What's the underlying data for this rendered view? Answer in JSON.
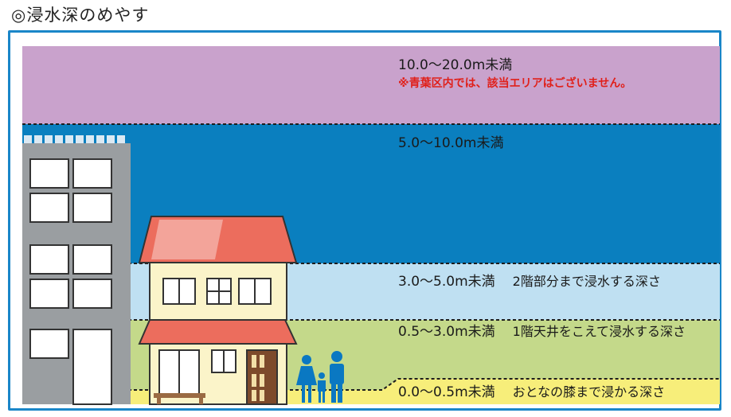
{
  "page_title": "◎浸水深のめやす",
  "levels": [
    {
      "range": "10.0～20.0m未満",
      "note": "※青葉区内では、該当エリアはございません。",
      "color": "#c9a2cc"
    },
    {
      "range": "5.0～10.0m未満",
      "color": "#0a7fbf"
    },
    {
      "range": "3.0～5.0m未満",
      "desc": "2階部分まで浸水する深さ",
      "color": "#bfe0f2"
    },
    {
      "range": "0.5～3.0m未満",
      "desc": "1階天井をこえて浸水する深さ",
      "color": "#c4d98a"
    },
    {
      "range": "0.0～0.5m未満",
      "desc": "おとなの膝まで浸かる深さ",
      "color": "#f7ee7a"
    }
  ],
  "colors": {
    "frame": "#1a86c8",
    "building": "#9a9ea1",
    "roof": "#ec6d5d",
    "house_wall": "#fbf4c9",
    "people": "#0a78c2",
    "note": "#e0201a"
  }
}
